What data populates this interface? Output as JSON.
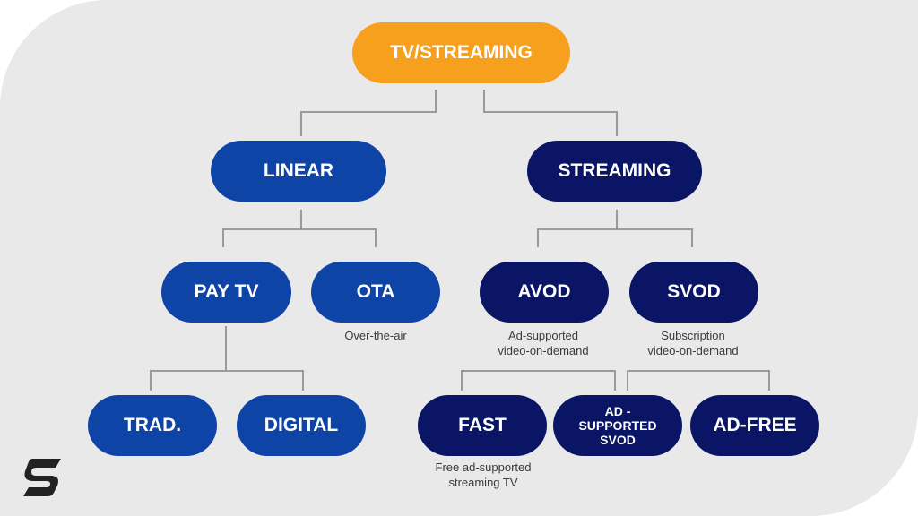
{
  "nodes": {
    "root": "TV/STREAMING",
    "linear": "LINEAR",
    "streaming": "STREAMING",
    "pay_tv": "PAY TV",
    "ota": "OTA",
    "avod": "AVOD",
    "svod": "SVOD",
    "trad": "TRAD.",
    "digital": "DIGITAL",
    "fast": "FAST",
    "ad_supported_svod": "AD -\nSUPPORTED\nSVOD",
    "ad_free": "AD-FREE"
  },
  "captions": {
    "ota": "Over-the-air",
    "avod": "Ad-supported\nvideo-on-demand",
    "svod": "Subscription\nvideo-on-demand",
    "fast": "Free ad-supported\nstreaming TV"
  },
  "colors": {
    "root": "#f7a01d",
    "linear_branch": "#0e44a5",
    "streaming_branch": "#0a1565",
    "connector": "#9a9a9a",
    "background": "#e9e9ea"
  },
  "logo_icon": "brand-s-logo-icon"
}
